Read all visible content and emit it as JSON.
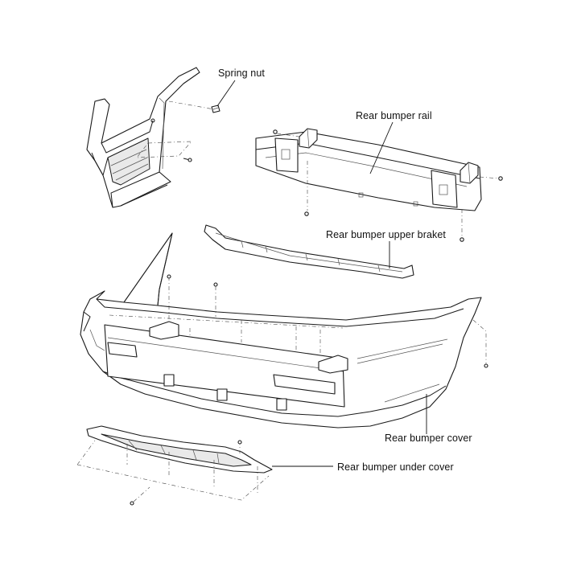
{
  "labels": {
    "spring_nut": "Spring nut",
    "rear_bumper_rail": "Rear bumper rail",
    "rear_bumper_upper_braket": "Rear bumper upper braket",
    "rear_bumper_cover": "Rear bumper cover",
    "rear_bumper_under_cover": "Rear bumper under cover"
  }
}
